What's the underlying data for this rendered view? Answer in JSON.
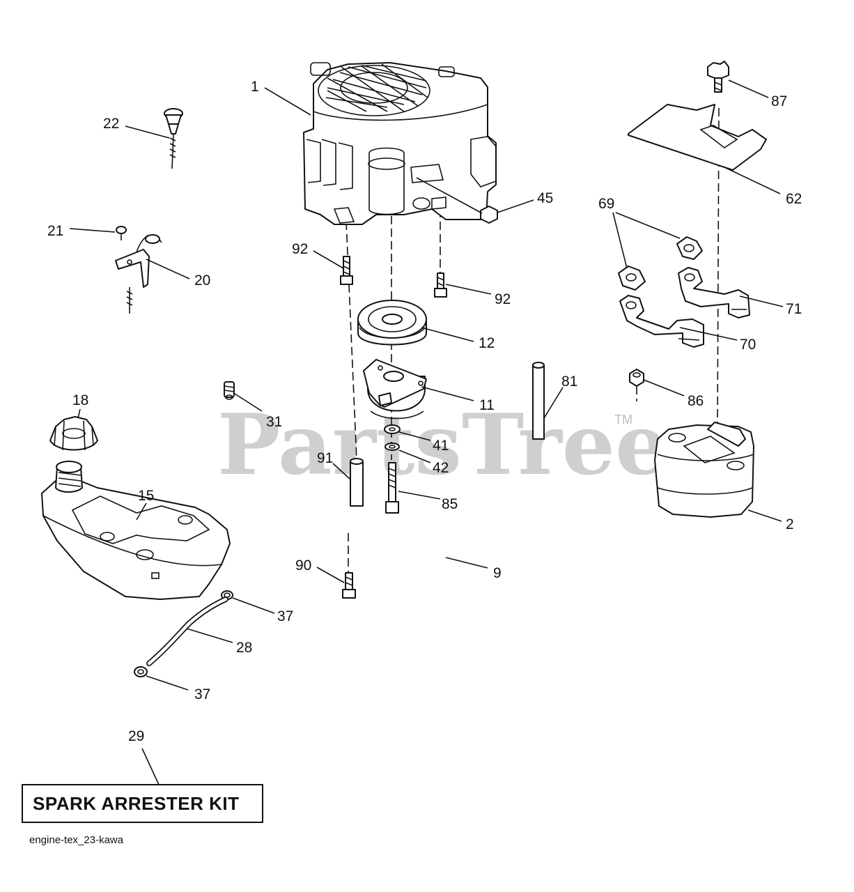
{
  "watermark": {
    "text": "PartsTree",
    "mark": "TM"
  },
  "kit_label": "SPARK ARRESTER KIT",
  "diagram_code": "engine-tex_23-kawa",
  "callouts": {
    "engine": "1",
    "muffler": "2",
    "bracket_9": "9",
    "clutch": "11",
    "pulley": "12",
    "fuel_tank": "15",
    "fuel_cap": "18",
    "control_bracket": "20",
    "screw_21": "21",
    "choke_knob": "22",
    "fuel_line": "28",
    "kit": "29",
    "set_screw": "31",
    "clamp_upper": "37",
    "clamp_lower": "37",
    "washer_41": "41",
    "washer_42": "42",
    "nut_45": "45",
    "heat_shield": "62",
    "gaskets": "69",
    "exhaust_pipe_70": "70",
    "exhaust_pipe_71": "71",
    "pin_81": "81",
    "bolt_85": "85",
    "nut_86": "86",
    "bolt_87": "87",
    "bolt_90": "90",
    "spacer_91": "91",
    "bolt_92_left": "92",
    "bolt_92_right": "92"
  }
}
